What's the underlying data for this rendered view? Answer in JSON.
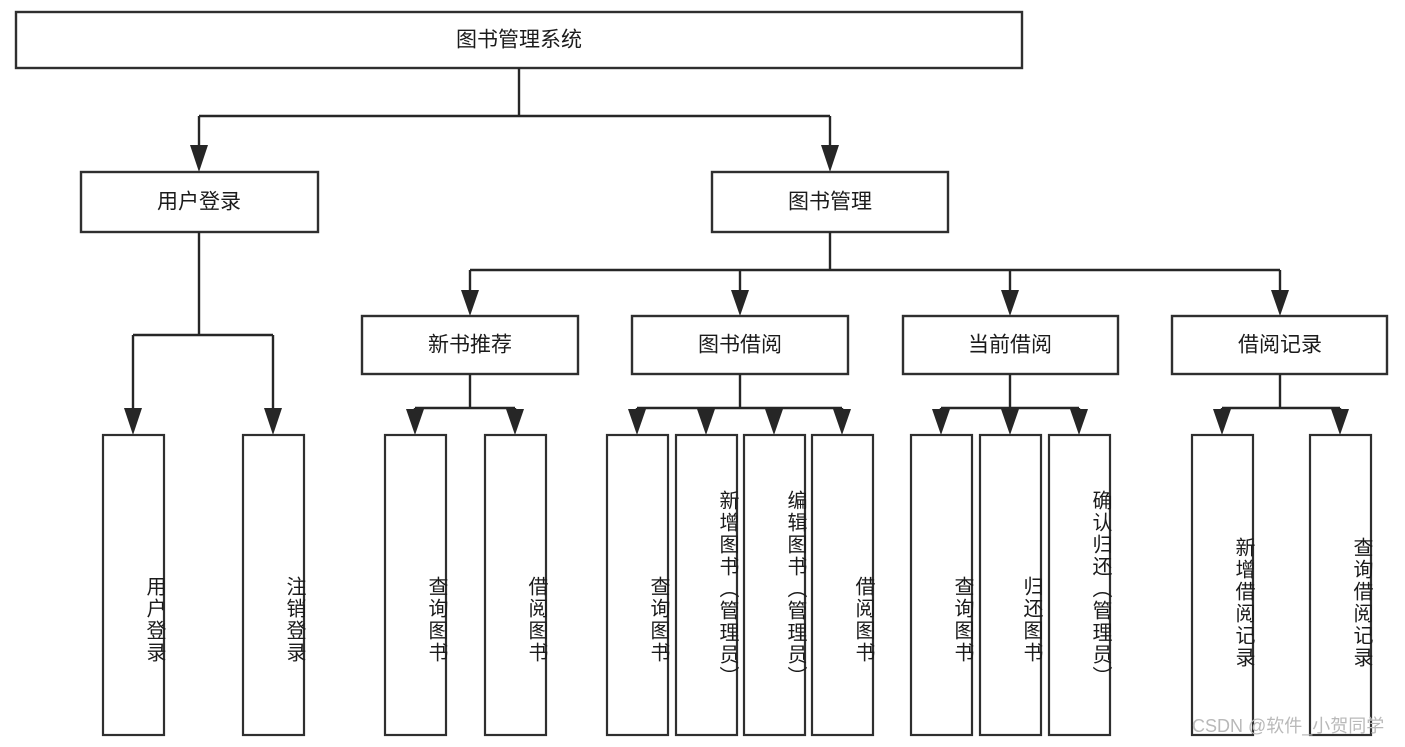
{
  "diagram": {
    "title_node": {
      "label": "图书管理系统"
    },
    "level2": [
      {
        "id": "user-login",
        "label": "用户登录"
      },
      {
        "id": "book-management",
        "label": "图书管理"
      }
    ],
    "level3": [
      {
        "id": "new-book-recommend",
        "label": "新书推荐"
      },
      {
        "id": "book-borrow",
        "label": "图书借阅"
      },
      {
        "id": "current-borrow",
        "label": "当前借阅"
      },
      {
        "id": "borrow-record",
        "label": "借阅记录"
      }
    ],
    "leaves": {
      "user_login": [
        {
          "id": "leaf-user-login",
          "label": "用户登录"
        },
        {
          "id": "leaf-logout-login",
          "label": "注销登录"
        }
      ],
      "new_book_recommend": [
        {
          "id": "leaf-query-book-1",
          "label": "查询图书"
        },
        {
          "id": "leaf-borrow-book-1",
          "label": "借阅图书"
        }
      ],
      "book_borrow": [
        {
          "id": "leaf-query-book-2",
          "label": "查询图书"
        },
        {
          "id": "leaf-add-book",
          "label": "新增图书（管理员）"
        },
        {
          "id": "leaf-edit-book",
          "label": "编辑图书（管理员）"
        },
        {
          "id": "leaf-borrow-book-2",
          "label": "借阅图书"
        }
      ],
      "current_borrow": [
        {
          "id": "leaf-query-book-3",
          "label": "查询图书"
        },
        {
          "id": "leaf-return-book",
          "label": "归还图书"
        },
        {
          "id": "leaf-confirm-return",
          "label": "确认归还（管理员）"
        }
      ],
      "borrow_record": [
        {
          "id": "leaf-add-record",
          "label": "新增借阅记录"
        },
        {
          "id": "leaf-query-record",
          "label": "查询借阅记录"
        }
      ]
    },
    "watermark": "CSDN @软件_小贺同学",
    "colors": {
      "box_stroke": "#2f2f2f",
      "connector": "#262626",
      "text": "#1b1b1b",
      "background": "#ffffff",
      "watermark": "#b9b9b9"
    }
  }
}
